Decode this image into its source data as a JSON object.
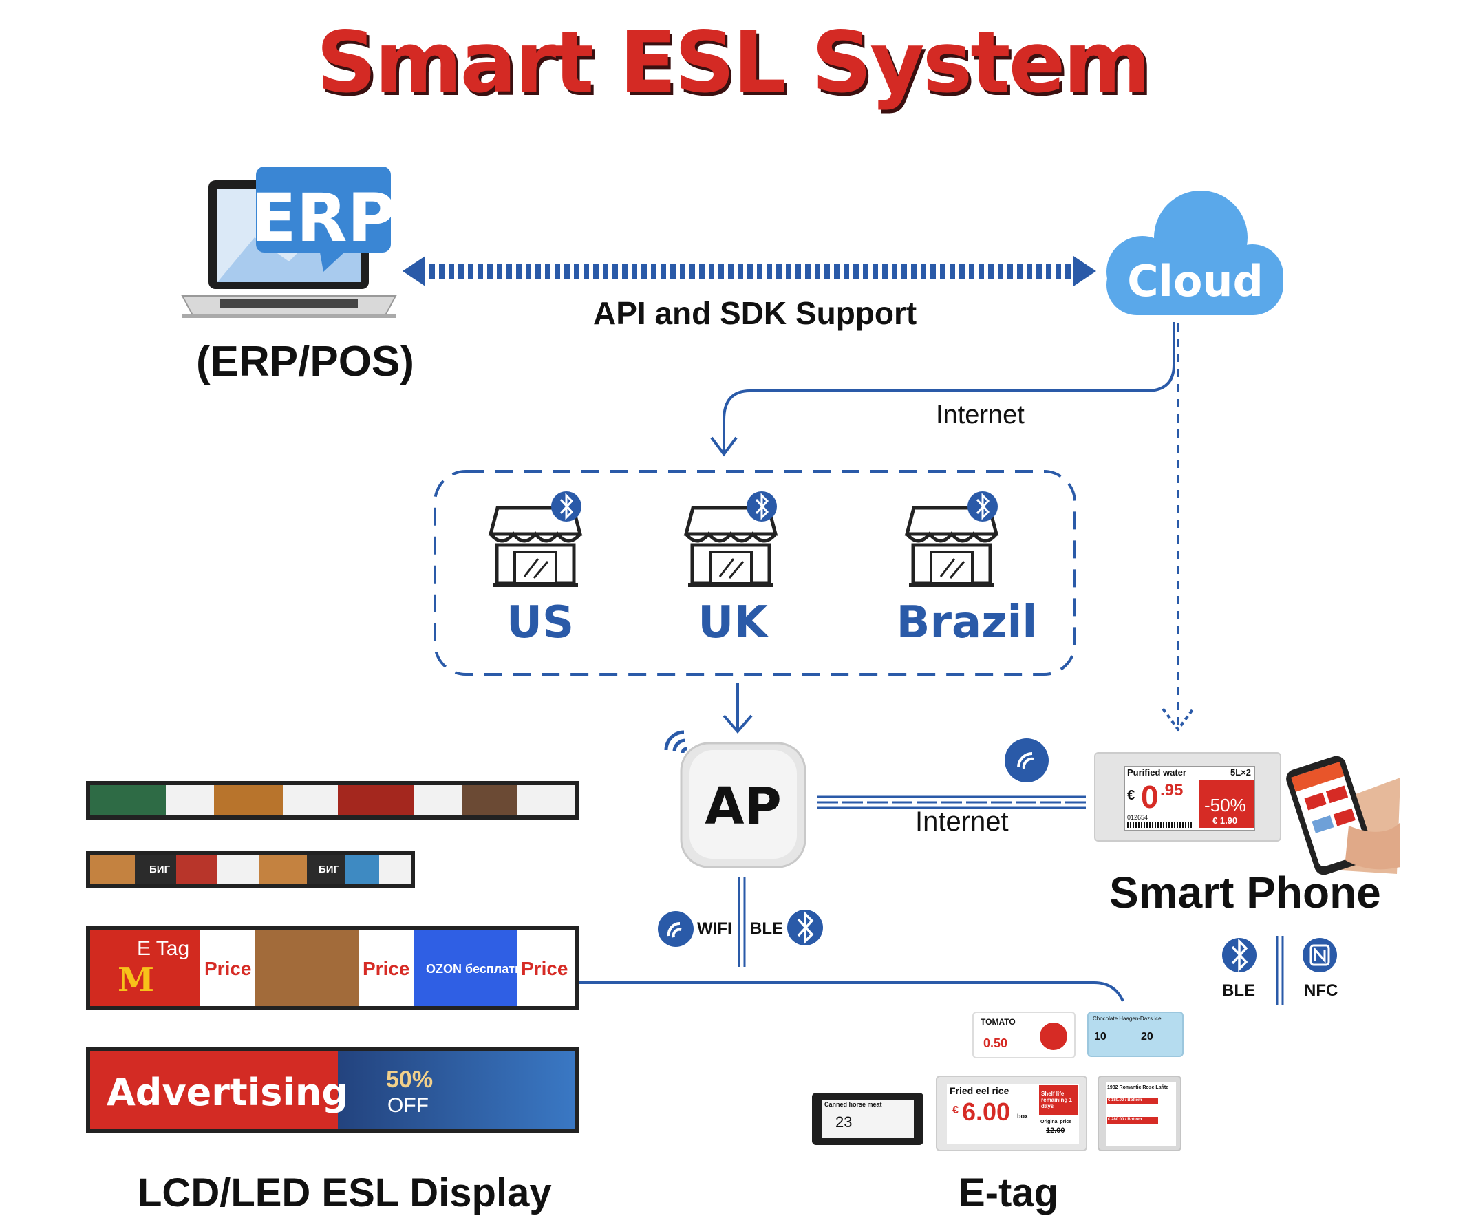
{
  "title": "Smart ESL System",
  "erp": {
    "logo_text": "ERP",
    "caption": "(ERP/POS)"
  },
  "api_label": "API and SDK Support",
  "cloud_label": "Cloud",
  "internet_label_top": "Internet",
  "stores": [
    {
      "name": "US"
    },
    {
      "name": "UK"
    },
    {
      "name": "Brazil"
    }
  ],
  "ap": {
    "label": "AP",
    "wifi_label": "WIFI",
    "ble_label": "BLE"
  },
  "internet_label_mid": "Internet",
  "smart_phone": {
    "label": "Smart Phone",
    "ble_label": "BLE",
    "nfc_label": "NFC",
    "tag": {
      "product": "Purified water",
      "size": "5L×2",
      "currency": "€",
      "price_int": "0",
      "price_dec": ".95",
      "discount": "-50%",
      "old_price": "€ 1.90",
      "code": "012654"
    }
  },
  "lcd": {
    "caption": "LCD/LED ESL Display",
    "etag_label": "E Tag",
    "price_label": "Price",
    "ozon_label": "OZON бесплатно",
    "ad_label": "Advertising",
    "ad_offer": "50%",
    "ad_off": "OFF",
    "burger_label": "БИГ"
  },
  "etag": {
    "caption": "E-tag",
    "tomato": {
      "name": "TOMATO",
      "price": "0.50"
    },
    "chocolate": {
      "name": "Chocolate Haagen-Dazs ice",
      "price1": "10",
      "price2": "20"
    },
    "horse": {
      "name": "Canned horse meat",
      "price": "23"
    },
    "eel": {
      "name": "Fried eel rice",
      "currency": "€",
      "price": "6.00",
      "unit": "box",
      "shelf": "Shelf life remaining 1 days",
      "orig_label": "Original price",
      "orig": "12.00"
    },
    "wine": {
      "name": "1982 Romantic Rose Lafite",
      "price1": "€ 180.00 / Bottom",
      "price2": "€ 280.00 / Bottom"
    }
  },
  "colors": {
    "title": "#d42a24",
    "blue": "#2a5aa8",
    "cloud": "#5aa8ea",
    "red": "#d62b25"
  }
}
